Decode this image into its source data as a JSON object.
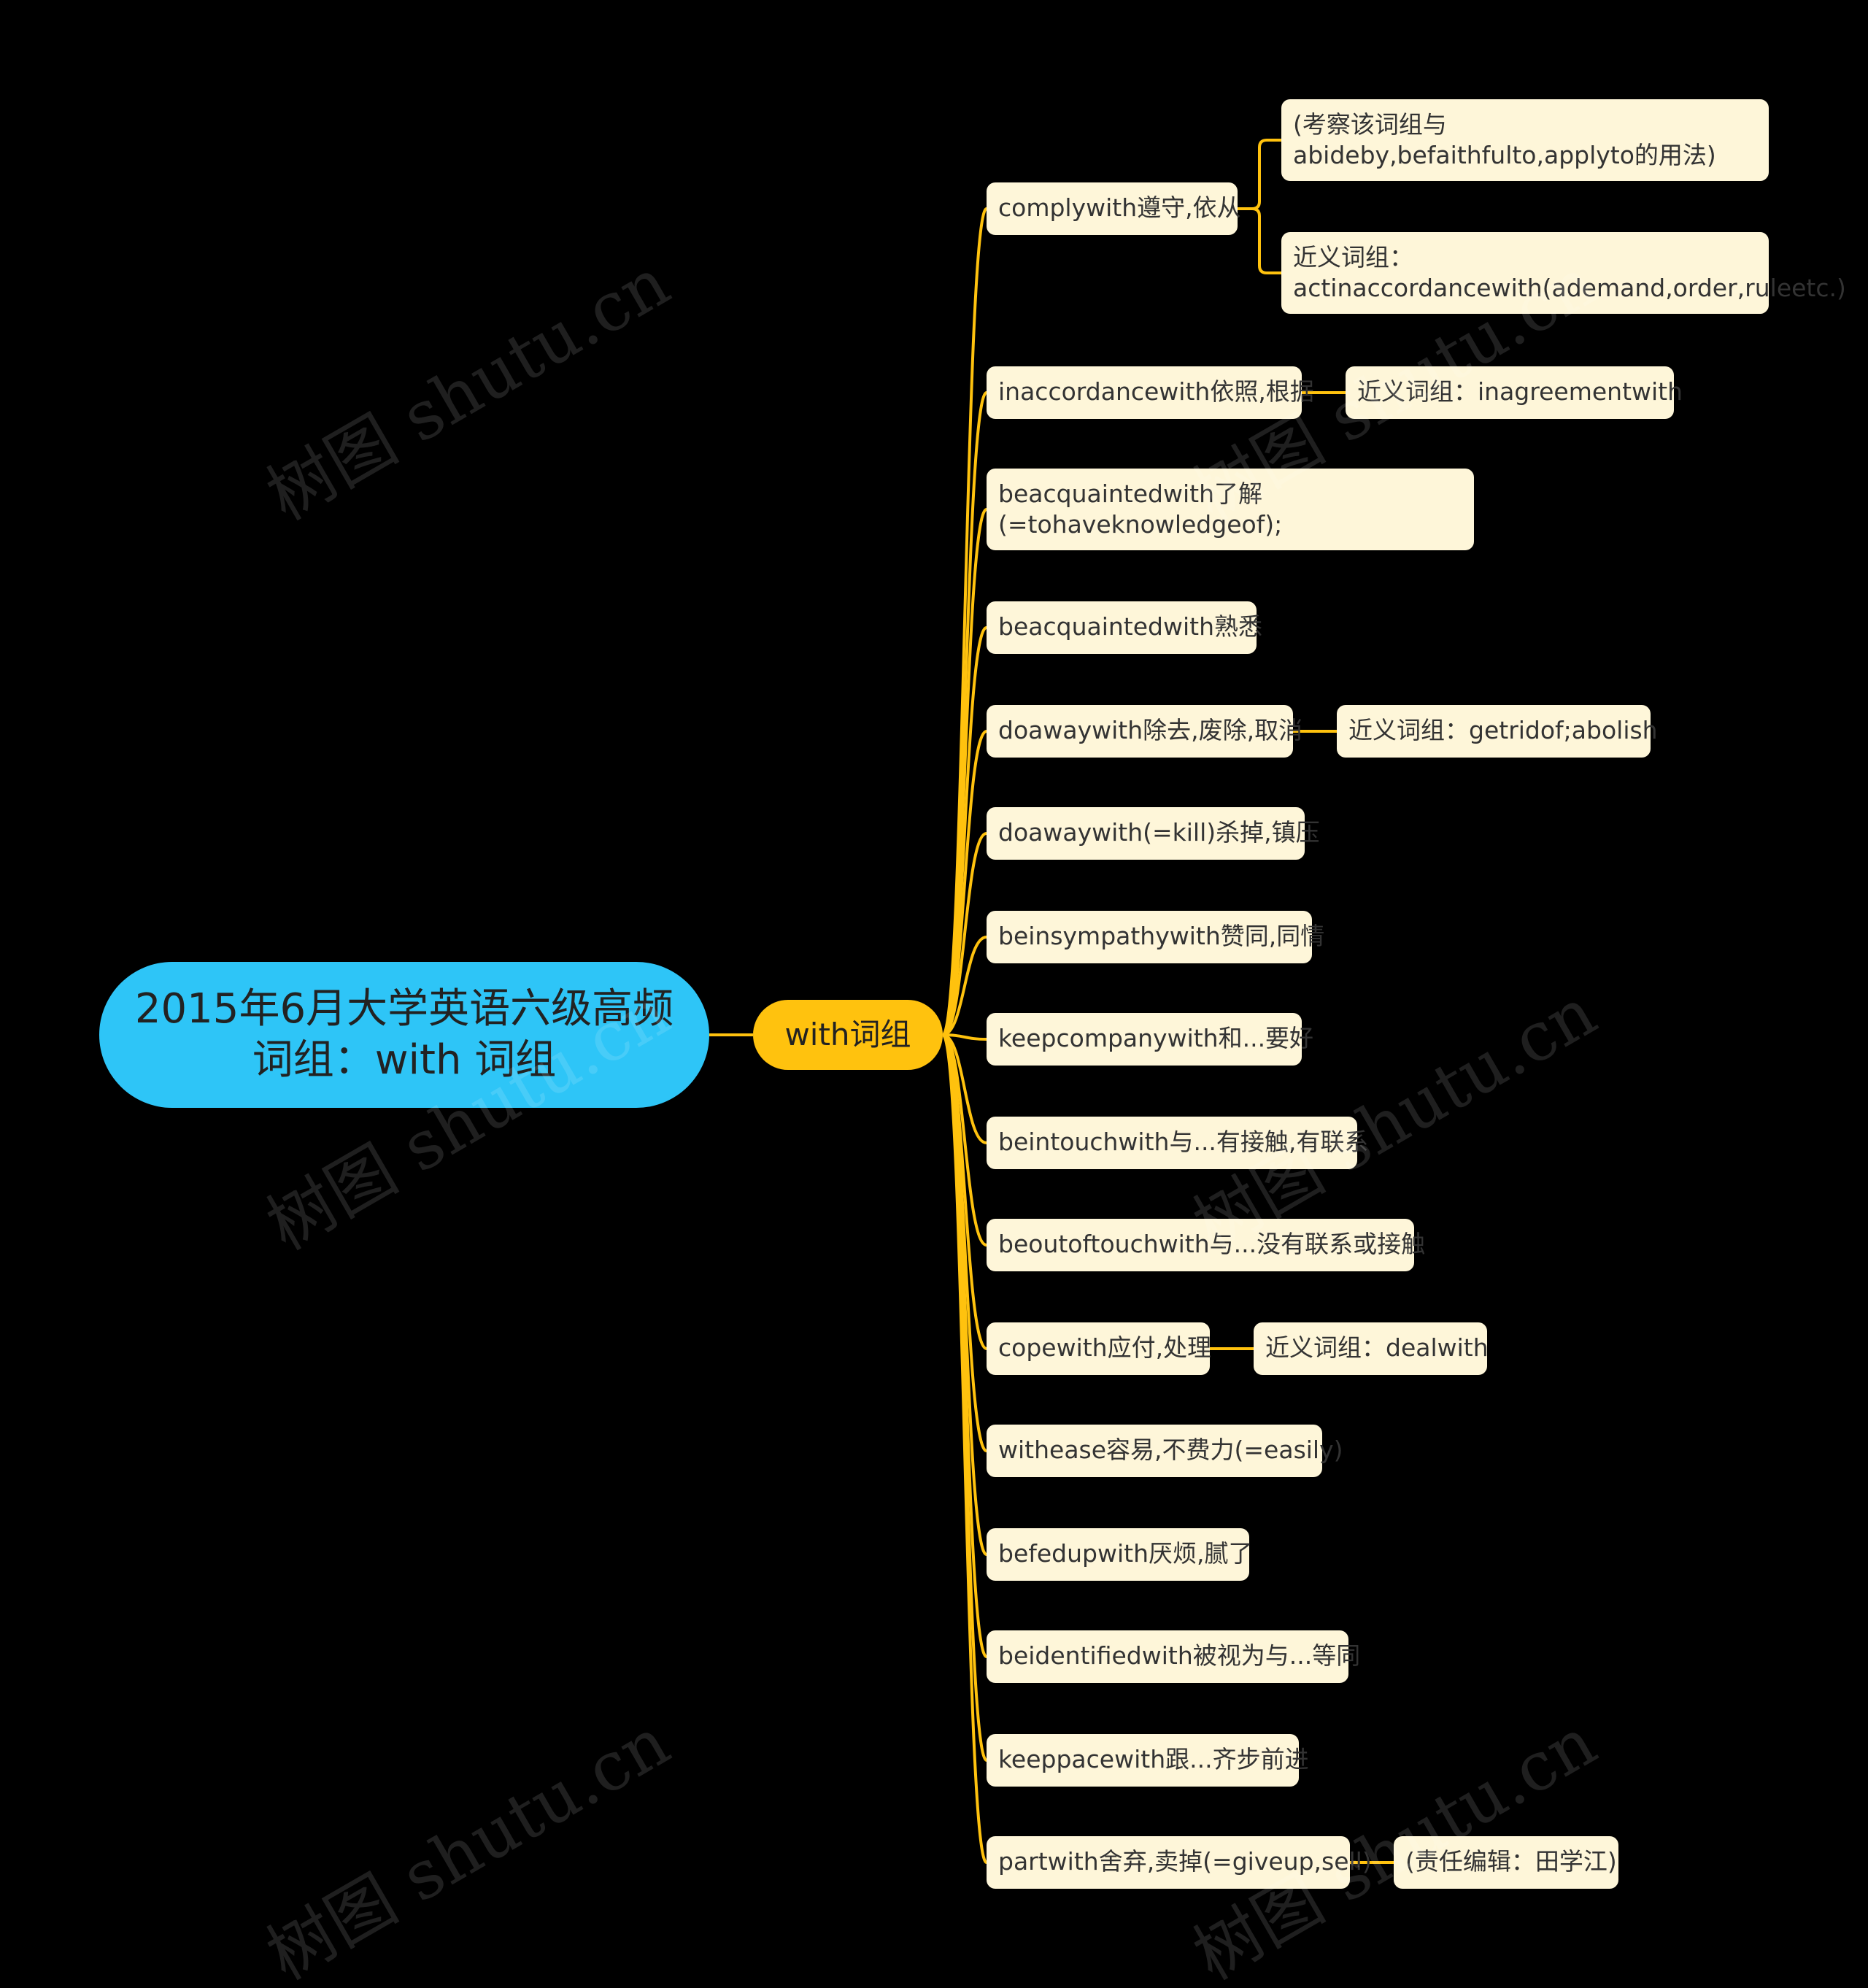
{
  "root": {
    "title": "2015年6月大学英语六级高频词组：with 词组"
  },
  "center": {
    "label": "with词组"
  },
  "colors": {
    "root": "#2EC5F7",
    "center": "#FFC20E",
    "node": "#FEF6D9",
    "line": "#FFC20E"
  },
  "watermark": "树图 shutu.cn",
  "branches": [
    {
      "text": "complywith遵守,依从",
      "children": [
        "(考察该词组与abideby,befaithfulto,applyto的用法)",
        "近义词组：actinaccordancewith(ademand,order,ruleetc.)"
      ]
    },
    {
      "text": "inaccordancewith依照,根据",
      "children": [
        "近义词组：inagreementwith"
      ]
    },
    {
      "text": "beacquaintedwith了解(=tohaveknowledgeof);",
      "children": []
    },
    {
      "text": "beacquaintedwith熟悉",
      "children": []
    },
    {
      "text": "doawaywith除去,废除,取消",
      "children": [
        "近义词组：getridof;abolish"
      ]
    },
    {
      "text": "doawaywith(=kill)杀掉,镇压",
      "children": []
    },
    {
      "text": "beinsympathywith赞同,同情",
      "children": []
    },
    {
      "text": "keepcompanywith和...要好",
      "children": []
    },
    {
      "text": "beintouchwith与...有接触,有联系",
      "children": []
    },
    {
      "text": "beoutoftouchwith与...没有联系或接触",
      "children": []
    },
    {
      "text": "copewith应付,处理",
      "children": [
        "近义词组：dealwith"
      ]
    },
    {
      "text": "withease容易,不费力(=easily)",
      "children": []
    },
    {
      "text": "befedupwith厌烦,腻了",
      "children": []
    },
    {
      "text": "beidentifiedwith被视为与...等同",
      "children": []
    },
    {
      "text": "keeppacewith跟...齐步前进",
      "children": []
    },
    {
      "text": "partwith舍弃,卖掉(=giveup,sell)",
      "children": [
        "(责任编辑：田学江)"
      ]
    }
  ]
}
